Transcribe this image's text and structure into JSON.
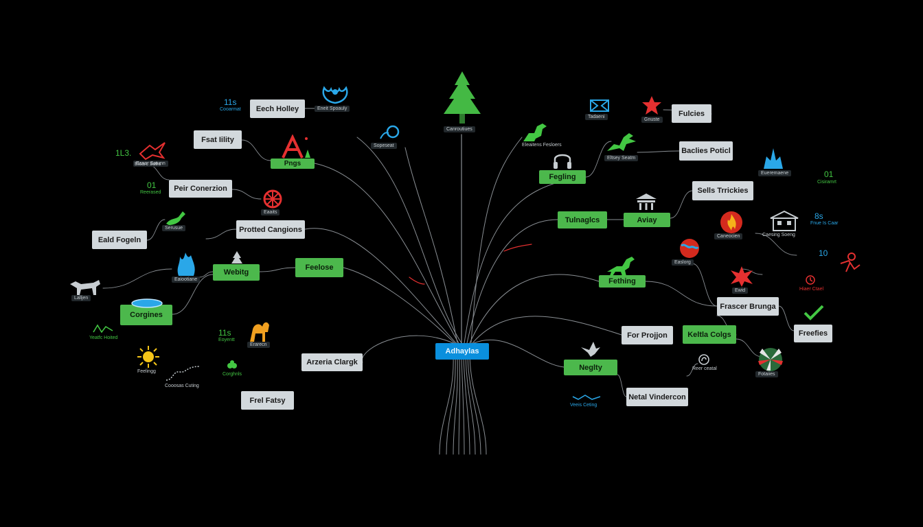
{
  "colors": {
    "background": "#000000",
    "gray_node": "#d2d8dc",
    "green_node": "#4cb84c",
    "root_node": "#0a8fdd",
    "wire": "#8a8f94",
    "accent_red": "#e53030",
    "accent_blue": "#2aa7e8",
    "accent_green": "#43c743"
  },
  "root": {
    "label": "Adhaylas"
  },
  "nodes": [
    {
      "id": "eech-holley",
      "label": "Eech Holley",
      "style": "gray"
    },
    {
      "id": "fsat-ility",
      "label": "Fsat Iility",
      "style": "gray"
    },
    {
      "id": "pngs",
      "label": "Pngs",
      "style": "green"
    },
    {
      "id": "peir-conerzion",
      "label": "Peir Conerzion",
      "style": "gray"
    },
    {
      "id": "protted-cangions",
      "label": "Protted Cangions",
      "style": "gray"
    },
    {
      "id": "eald-fogeln",
      "label": "Eald Fogeln",
      "style": "gray"
    },
    {
      "id": "webitg",
      "label": "Webitg",
      "style": "green"
    },
    {
      "id": "feelose",
      "label": "Feelose",
      "style": "green"
    },
    {
      "id": "corgines",
      "label": "Corgines",
      "style": "green"
    },
    {
      "id": "arzeria-clargk",
      "label": "Arzeria Clargk",
      "style": "gray"
    },
    {
      "id": "frel-fatsy",
      "label": "Frel Fatsy",
      "style": "gray"
    },
    {
      "id": "fulcies",
      "label": "Fulcies",
      "style": "gray"
    },
    {
      "id": "baclies-poticl",
      "label": "Baclies Poticl",
      "style": "gray"
    },
    {
      "id": "fegling",
      "label": "Fegling",
      "style": "green"
    },
    {
      "id": "sells-trrickies",
      "label": "Sells Trrickies",
      "style": "gray"
    },
    {
      "id": "tulnaglcs",
      "label": "Tulnaglcs",
      "style": "green"
    },
    {
      "id": "aviay",
      "label": "Aviay",
      "style": "green"
    },
    {
      "id": "fething",
      "label": "Fething",
      "style": "green"
    },
    {
      "id": "frascer-brunga",
      "label": "Frascer Brunga",
      "style": "gray"
    },
    {
      "id": "for-projjon",
      "label": "For Projjon",
      "style": "gray"
    },
    {
      "id": "keltla-colgs",
      "label": "Keltla Colgs",
      "style": "green"
    },
    {
      "id": "freefies",
      "label": "Freefies",
      "style": "gray"
    },
    {
      "id": "neglty",
      "label": "Neglty",
      "style": "green"
    },
    {
      "id": "netal-vindercon",
      "label": "Netal Vindercon",
      "style": "gray"
    }
  ],
  "tags": [
    {
      "id": "tag-tree",
      "label": "Canroutiues"
    },
    {
      "id": "tag-dragon",
      "label": "Eneit Spoauly"
    },
    {
      "id": "tag-swirl",
      "label": "Sopeseat"
    },
    {
      "id": "tag-redbird",
      "label": "Eanor Sotunn"
    },
    {
      "id": "tag-wheel",
      "label": "Eaaits"
    },
    {
      "id": "tag-dino-small",
      "label": "Serusue"
    },
    {
      "id": "tag-flames",
      "label": "Eaiootiane"
    },
    {
      "id": "tag-hound",
      "label": "Lalljen"
    },
    {
      "id": "tag-camel",
      "label": "Erarecn"
    },
    {
      "id": "tag-box",
      "label": "Tadaeni"
    },
    {
      "id": "tag-star",
      "label": "Gnuste"
    },
    {
      "id": "tag-dino-green",
      "label": "Eltsey Seatm"
    },
    {
      "id": "tag-splash",
      "label": "Eueremaene"
    },
    {
      "id": "tag-fire",
      "label": "Caneocien"
    },
    {
      "id": "tag-globe",
      "label": "Easlorg"
    },
    {
      "id": "tag-splat",
      "label": "Ewid"
    },
    {
      "id": "tag-fan",
      "label": "Fotaiies"
    }
  ],
  "captions": [
    {
      "id": "cap-1",
      "label": "Cooarmat"
    },
    {
      "id": "cap-2",
      "label": "Eloarc Satrs"
    },
    {
      "id": "cap-3",
      "label": "Reerased"
    },
    {
      "id": "cap-4",
      "label": "Yeatfc Hoited"
    },
    {
      "id": "cap-5",
      "label": "Feelingg"
    },
    {
      "id": "cap-6",
      "label": "Cooosas Cuting"
    },
    {
      "id": "cap-7",
      "label": "Eoyentt"
    },
    {
      "id": "cap-8",
      "label": "Corghnls"
    },
    {
      "id": "cap-9",
      "label": "Eleaitens Fesloers"
    },
    {
      "id": "cap-10",
      "label": "Cisiramrt"
    },
    {
      "id": "cap-11",
      "label": "Caesing Soeng"
    },
    {
      "id": "cap-12",
      "label": "Fnue Is Caar"
    },
    {
      "id": "cap-13",
      "label": "Hiaer Ctael"
    },
    {
      "id": "cap-14",
      "label": "Reer ceatal"
    },
    {
      "id": "cap-15",
      "label": "Veeis Ceting"
    }
  ],
  "numbers": [
    {
      "id": "num-1",
      "label": "11s"
    },
    {
      "id": "num-2",
      "label": "1L3."
    },
    {
      "id": "num-3",
      "label": "01"
    },
    {
      "id": "num-4",
      "label": "11s"
    },
    {
      "id": "num-5",
      "label": "01"
    },
    {
      "id": "num-6",
      "label": "8s"
    },
    {
      "id": "num-7",
      "label": "10"
    }
  ]
}
